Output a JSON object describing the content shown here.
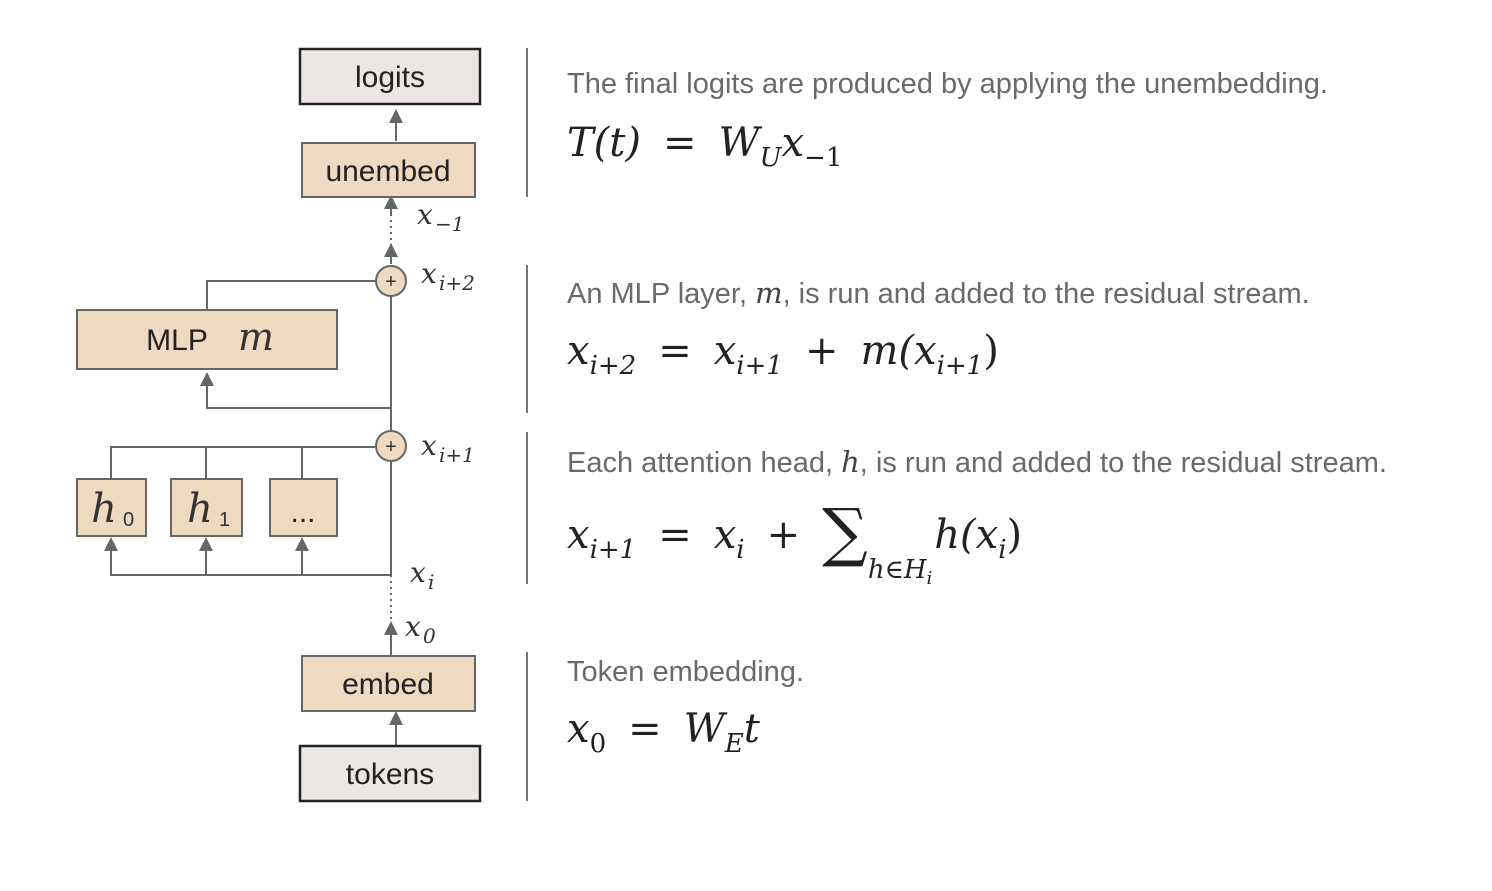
{
  "diagram": {
    "boxes": {
      "logits": "logits",
      "unembed": "unembed",
      "mlp": "MLP",
      "mlp_symbol": "m",
      "head0": "h",
      "head0_sub": "0",
      "head1": "h",
      "head1_sub": "1",
      "head_more": "...",
      "embed": "embed",
      "tokens": "tokens"
    },
    "stream_labels": {
      "x_last": "x",
      "x_last_sub": "−1",
      "x_i2": "x",
      "x_i2_sub": "i+2",
      "x_i1": "x",
      "x_i1_sub": "i+1",
      "x_i": "x",
      "x_i_sub": "i",
      "x_0": "x",
      "x_0_sub": "0"
    },
    "add_symbol": "+",
    "colors": {
      "tan_box": "#efd9c1",
      "gray_box": "#ece7e4",
      "line": "#666666"
    }
  },
  "descriptions": {
    "unembed": {
      "text": "The final logits are produced by applying the unembedding.",
      "eq_lhs": "T(t)",
      "eq_eq": "=",
      "eq_W": "W",
      "eq_W_sub": "U",
      "eq_x": "x",
      "eq_x_sub": "−1"
    },
    "mlp": {
      "text_pre": "An MLP layer, ",
      "text_sym": "m",
      "text_post": ", is run and added to the residual stream.",
      "eq_lhs": "x",
      "eq_lhs_sub": "i+2",
      "eq_eq": "=",
      "eq_a": "x",
      "eq_a_sub": "i+1",
      "eq_plus": "+",
      "eq_fn": "m(x",
      "eq_fn_sub": "i+1",
      "eq_close": ")"
    },
    "attention": {
      "text_pre": "Each attention head, ",
      "text_sym": "h",
      "text_post": ", is run and added to the residual stream.",
      "eq_lhs": "x",
      "eq_lhs_sub": "i+1",
      "eq_eq": "=",
      "eq_a": "x",
      "eq_a_sub": "i",
      "eq_plus": "+",
      "eq_sum": "∑",
      "eq_sum_sub": "h∈H",
      "eq_sum_sub_sub": "i",
      "eq_fn": "h(x",
      "eq_fn_sub": "i",
      "eq_close": ")"
    },
    "embed": {
      "text": "Token embedding.",
      "eq_lhs": "x",
      "eq_lhs_sub": "0",
      "eq_eq": "=",
      "eq_W": "W",
      "eq_W_sub": "E",
      "eq_t": "t"
    }
  }
}
